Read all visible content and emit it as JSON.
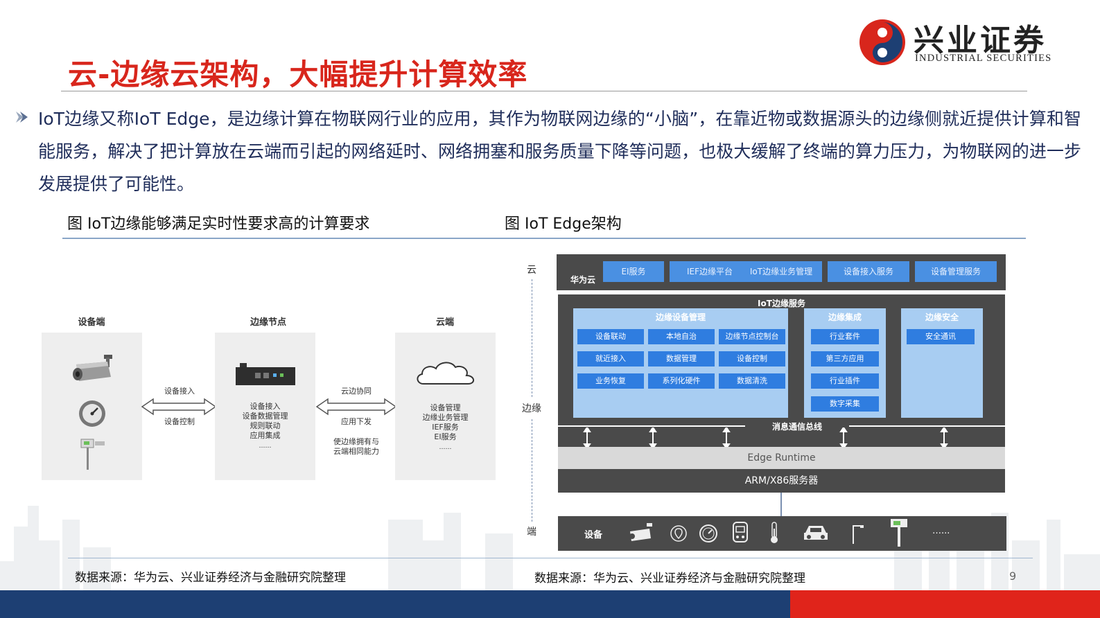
{
  "header": {
    "title": "云-边缘云架构，大幅提升计算效率",
    "logo_cn": "兴业证券",
    "logo_en": "INDUSTRIAL SECURITIES"
  },
  "body": {
    "paragraph": "IoT边缘又称IoT  Edge，是边缘计算在物联网行业的应用，其作为物联网边缘的“小脑”，在靠近物或数据源头的边缘侧就近提供计算和智能服务，解决了把计算放在云端而引起的网络延时、网络拥塞和服务质量下降等问题，也极大缓解了终端的算力压力，为物联网的进一步发展提供了可能性。"
  },
  "figure_left": {
    "caption": "图  IoT边缘能够满足实时性要求高的计算要求",
    "col_device": "设备端",
    "col_edge": "边缘节点",
    "col_cloud": "云端",
    "arrow1_top": "设备接入",
    "arrow1_bottom": "设备控制",
    "edge_lines": [
      "设备接入",
      "设备数据管理",
      "规则联动",
      "应用集成",
      "……"
    ],
    "arrow2_top": "云边协同",
    "arrow2_mid": "应用下发",
    "arrow2_bottom": [
      "使边缘拥有与",
      "云端相同能力"
    ],
    "cloud_lines": [
      "设备管理",
      "边缘业务管理",
      "IEF服务",
      "EI服务",
      "……"
    ]
  },
  "figure_right": {
    "caption": "图  IoT Edge架构",
    "label_cloud": "云",
    "label_edge": "边缘",
    "label_end": "端",
    "huawei_cloud": "华为云",
    "cloud_services": [
      "EI服务",
      "IEF边缘平台",
      "IoT边缘业务管理",
      "设备接入服务",
      "设备管理服务"
    ],
    "iot_edge_service": "IoT边缘服务",
    "edge_device_mgmt": {
      "title": "边缘设备管理",
      "items": [
        "设备联动",
        "本地自治",
        "边缘节点控制台",
        "就近接入",
        "数据管理",
        "设备控制",
        "业务恢复",
        "系列化硬件",
        "数据清洗"
      ]
    },
    "edge_integration": {
      "title": "边缘集成",
      "items": [
        "行业套件",
        "第三方应用",
        "行业插件",
        "数字采集"
      ]
    },
    "edge_security": {
      "title": "边缘安全",
      "items": [
        "安全通讯"
      ]
    },
    "message_bus": "消息通信总线",
    "edge_runtime": "Edge Runtime",
    "server": "ARM/X86服务器",
    "device_label": "设备",
    "device_more": "…..."
  },
  "footer": {
    "source_left": "数据来源：华为云、兴业证券经济与金融研究院整理",
    "source_right": "数据来源：华为云、兴业证券经济与金融研究院整理",
    "page_number": "9"
  },
  "colors": {
    "title_red": "#d8261c",
    "body_navy": "#1f2d5a",
    "footer_blue": "#1d3f73",
    "footer_red": "#e0241b",
    "arch_dark": "#4a4a4a",
    "arch_blue": "#2f7de0"
  }
}
